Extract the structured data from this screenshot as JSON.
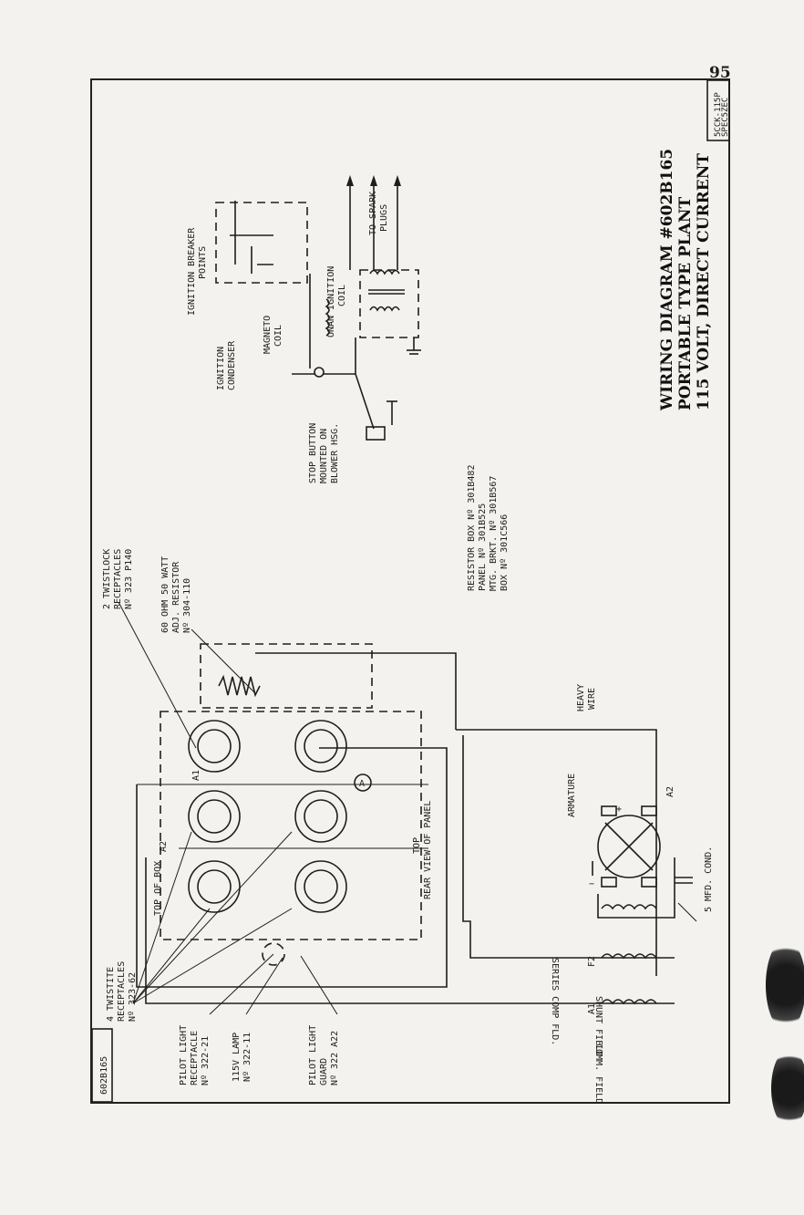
{
  "page": {
    "number": "95"
  },
  "corner_labels": {
    "top_right": "5CCK-115P",
    "top_right_sub": "SPEC5ZEC",
    "bottom_left": "602B165"
  },
  "title": {
    "line1": "WIRING DIAGRAM #602B165",
    "line2": "PORTABLE TYPE PLANT",
    "line3": "115 VOLT, DIRECT CURRENT"
  },
  "labels": {
    "ignition_breaker": "IGNITION BREAKER",
    "ignition_breaker_2": "POINTS",
    "to_spark": "TO SPARK",
    "to_spark_2": "PLUGS",
    "ignition_condenser": "IGNITION",
    "ignition_condenser_2": "CONDENSER",
    "magneto_coil": "MAGNETO",
    "magneto_coil_2": "COIL",
    "onan_coil": "ONAN IGNITION",
    "onan_coil_2": "COIL",
    "stop_button": "STOP BUTTON",
    "stop_button_2": "MOUNTED ON",
    "stop_button_3": "BLOWER HSG.",
    "resistor_box": "RESISTOR BOX Nº 301B482",
    "panel_no": "PANEL Nº 301B525",
    "mtg_brkt": "MTG. BRKT. Nº 301B567",
    "box_no": "BOX Nº 301C566",
    "twistlock_2": "2 TWISTLOCK",
    "twistlock_2b": "RECEPTACLES",
    "twistlock_2c": "Nº 323 P140",
    "resistor_adj": "60 OHM 50 WATT",
    "resistor_adj_2": "ADJ. RESISTOR",
    "resistor_adj_3": "Nº 304-110",
    "heavy_wire": "HEAVY",
    "heavy_wire_2": "WIRE",
    "armature": "ARMATURE",
    "twistite_4": "4 TWISTITE",
    "twistite_4b": "RECEPTACLES",
    "twistite_4c": "Nº 323-62",
    "top_of_box": "TOP OF BOX",
    "top_rear": "TOP",
    "rear_view": "REAR VIEW OF PANEL",
    "series_field": "SERIES COMP FLD.",
    "shunt_field": "SHUNT FIELD",
    "comm_field": "COMM. FIELD",
    "cond": "5 MFD. COND.",
    "pilot_receptacle": "PILOT LIGHT",
    "pilot_receptacle_2": "RECEPTACLE",
    "pilot_receptacle_3": "Nº 322-21",
    "lamp": "115V LAMP",
    "lamp_2": "Nº 322-11",
    "pilot_guard": "PILOT LIGHT",
    "pilot_guard_2": "GUARD",
    "pilot_guard_3": "Nº 322 A22",
    "circle_a": "A",
    "a1": "A1",
    "a2": "A2",
    "f2": "F2",
    "plus": "+",
    "minus": "−"
  }
}
